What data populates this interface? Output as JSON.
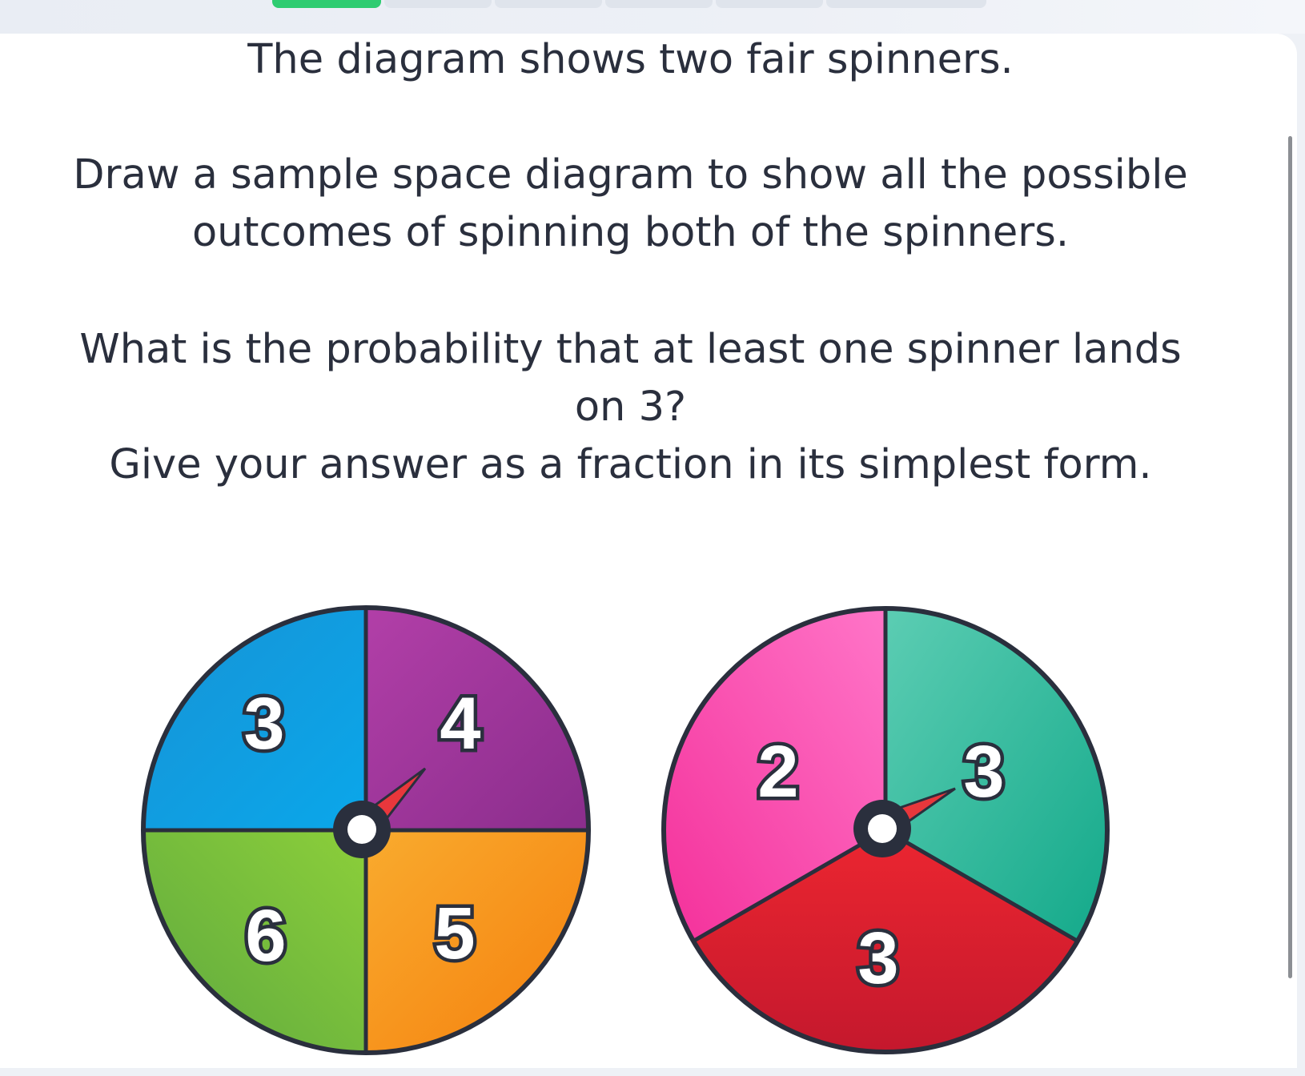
{
  "question": {
    "line1": "The diagram shows two fair spinners.",
    "line2": "Draw a sample space diagram to show all the possible",
    "line3": "outcomes of spinning both of the spinners.",
    "line4": "What is the probability that at least one spinner lands",
    "line5": "on 3?",
    "line6": "Give your answer as a fraction in its simplest form."
  },
  "colors": {
    "progress_done": "#2ecc71",
    "blue": "#1f9be0",
    "purple": "#9b3aa0",
    "green": "#7dc241",
    "orange": "#f7941d",
    "pink": "#ff4fae",
    "teal": "#2ab596",
    "red": "#d7263d",
    "outline": "#2a2f3d"
  },
  "spinner_left": {
    "sections": [
      "3",
      "4",
      "5",
      "6"
    ]
  },
  "spinner_right": {
    "sections": [
      "3",
      "3",
      "2"
    ]
  }
}
